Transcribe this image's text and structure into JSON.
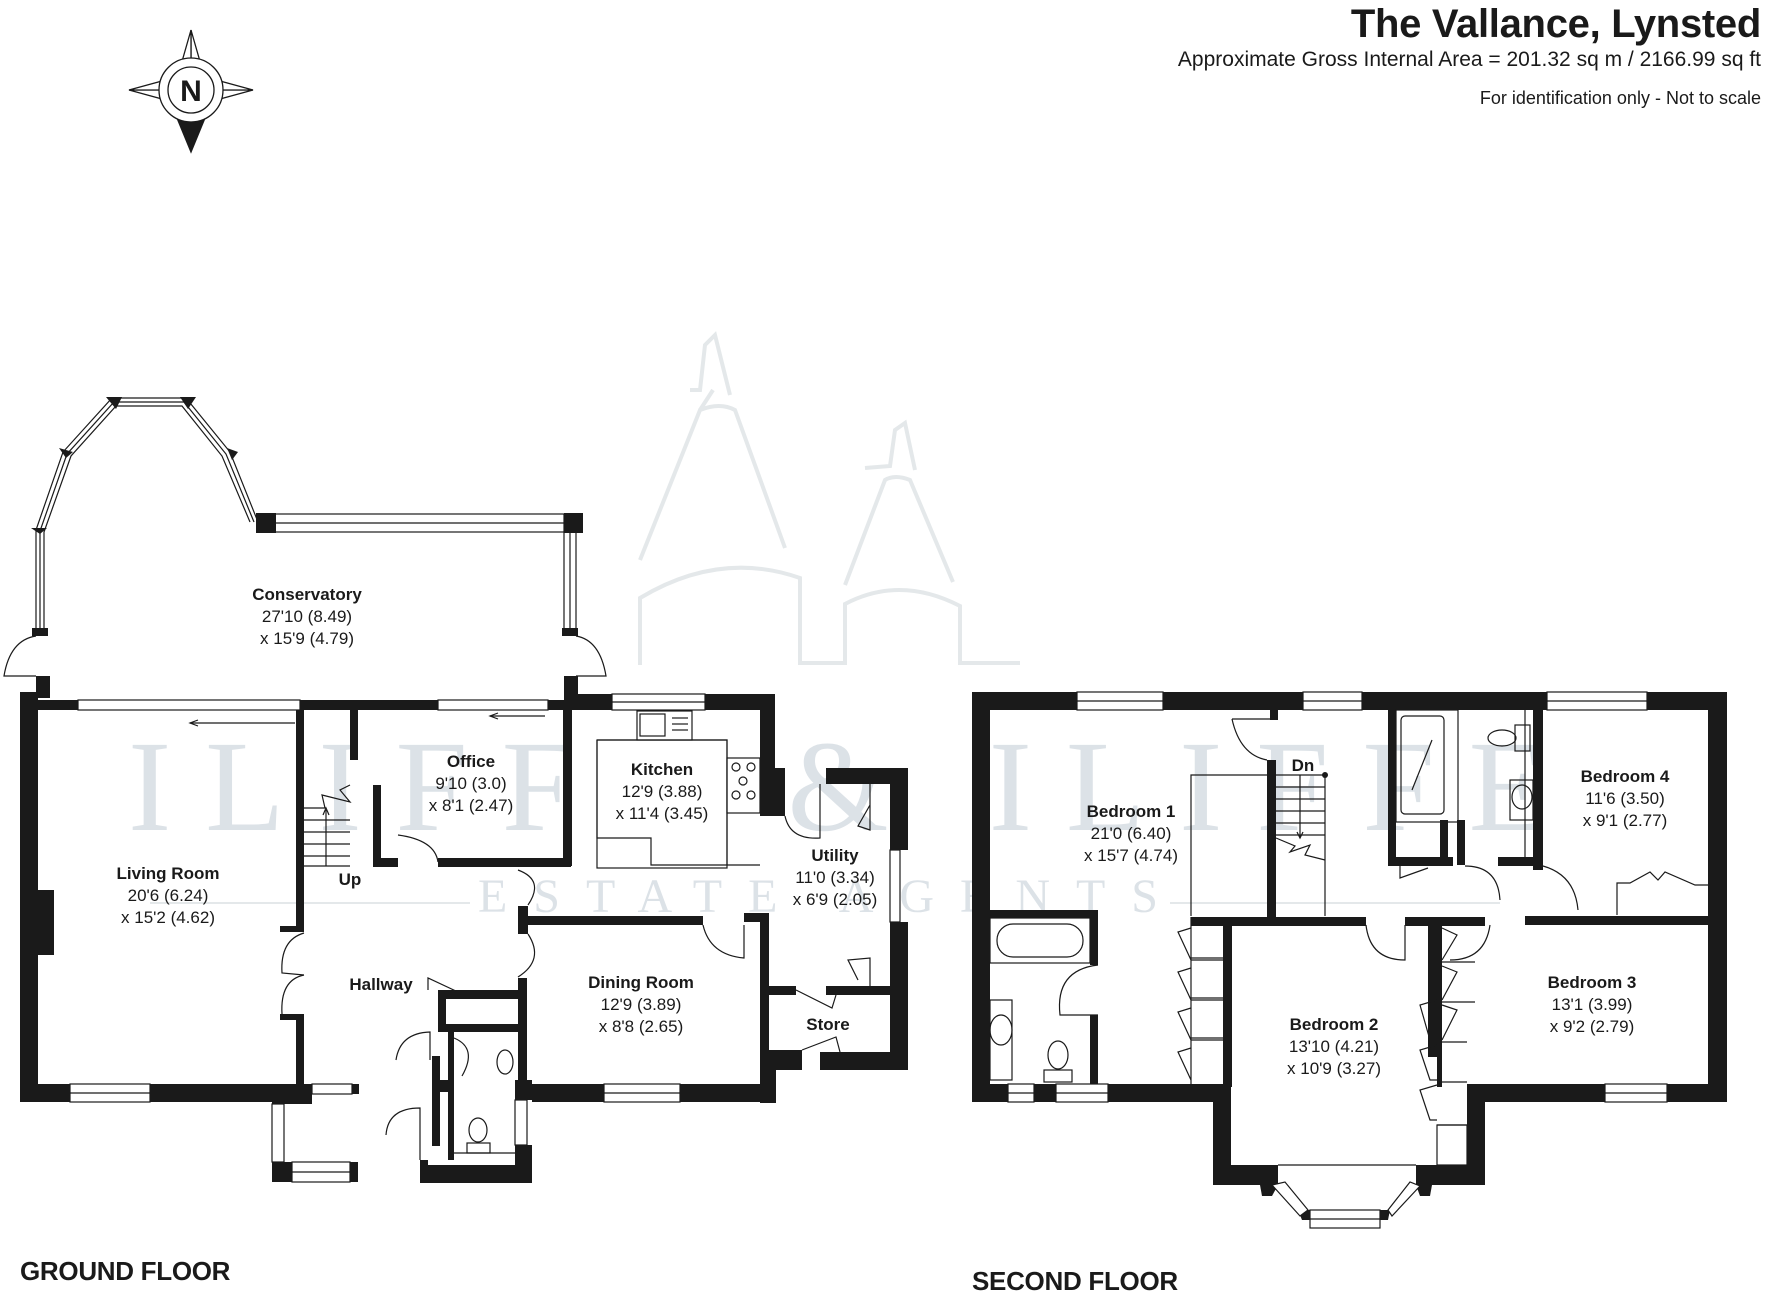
{
  "header": {
    "title": "The Vallance, Lynsted",
    "area": "Approximate Gross Internal Area = 201.32 sq m / 2166.99 sq ft",
    "disclaimer": "For identification only - Not to scale"
  },
  "compass": {
    "label": "N"
  },
  "watermark": {
    "brand": "ILIFFE & ILIFFE",
    "tagline": "ESTATE AGENTS",
    "color": "#dce2e7"
  },
  "floors": {
    "ground": {
      "label": "GROUND FLOOR",
      "rooms": {
        "conservatory": {
          "name": "Conservatory",
          "dim1": "27'10 (8.49)",
          "dim2": "x 15'9 (4.79)"
        },
        "living": {
          "name": "Living Room",
          "dim1": "20'6 (6.24)",
          "dim2": "x 15'2 (4.62)"
        },
        "office": {
          "name": "Office",
          "dim1": "9'10 (3.0)",
          "dim2": "x 8'1 (2.47)"
        },
        "kitchen": {
          "name": "Kitchen",
          "dim1": "12'9 (3.88)",
          "dim2": "x 11'4 (3.45)"
        },
        "utility": {
          "name": "Utility",
          "dim1": "11'0 (3.34)",
          "dim2": "x 6'9 (2.05)"
        },
        "dining": {
          "name": "Dining Room",
          "dim1": "12'9 (3.89)",
          "dim2": "x 8'8 (2.65)"
        },
        "hallway": {
          "name": "Hallway"
        },
        "store": {
          "name": "Store"
        }
      },
      "stairs_label": "Up"
    },
    "second": {
      "label": "SECOND FLOOR",
      "rooms": {
        "bedroom1": {
          "name": "Bedroom 1",
          "dim1": "21'0 (6.40)",
          "dim2": "x 15'7 (4.74)"
        },
        "bedroom2": {
          "name": "Bedroom 2",
          "dim1": "13'10 (4.21)",
          "dim2": "x 10'9 (3.27)"
        },
        "bedroom3": {
          "name": "Bedroom 3",
          "dim1": "13'1 (3.99)",
          "dim2": "x 9'2 (2.79)"
        },
        "bedroom4": {
          "name": "Bedroom 4",
          "dim1": "11'6 (3.50)",
          "dim2": "x 9'1 (2.77)"
        }
      },
      "stairs_label": "Dn"
    }
  },
  "colors": {
    "wall": "#1a1a1a",
    "background": "#ffffff"
  }
}
